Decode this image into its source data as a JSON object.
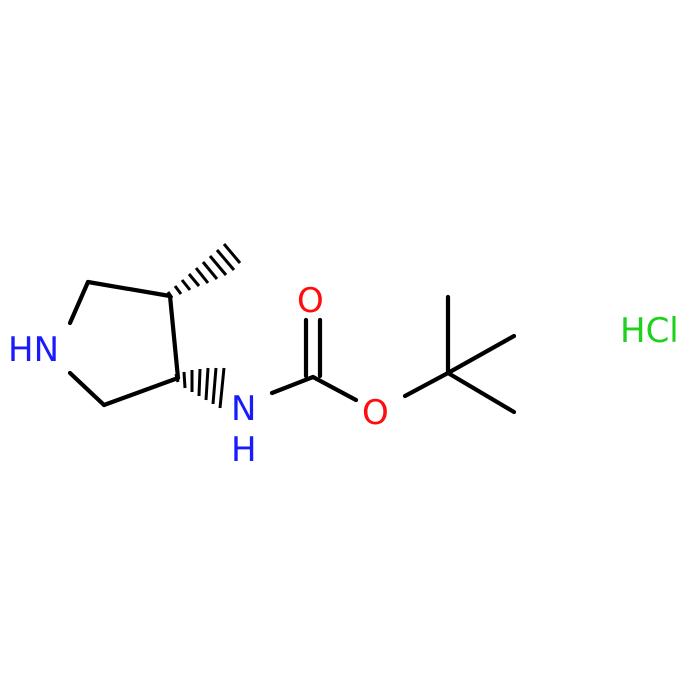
{
  "molecule": {
    "atoms": {
      "ring_nh": {
        "text": "HN",
        "color": "#1a1aff"
      },
      "amide_n": {
        "text": "N",
        "color": "#1a1aff"
      },
      "amide_h": {
        "text": "H",
        "color": "#1a1aff"
      },
      "carbonyl_o": {
        "text": "O",
        "color": "#ff0d0d"
      },
      "ester_o": {
        "text": "O",
        "color": "#ff0d0d"
      }
    },
    "counterion": {
      "text": "HCl",
      "color": "#1fd01f"
    }
  }
}
